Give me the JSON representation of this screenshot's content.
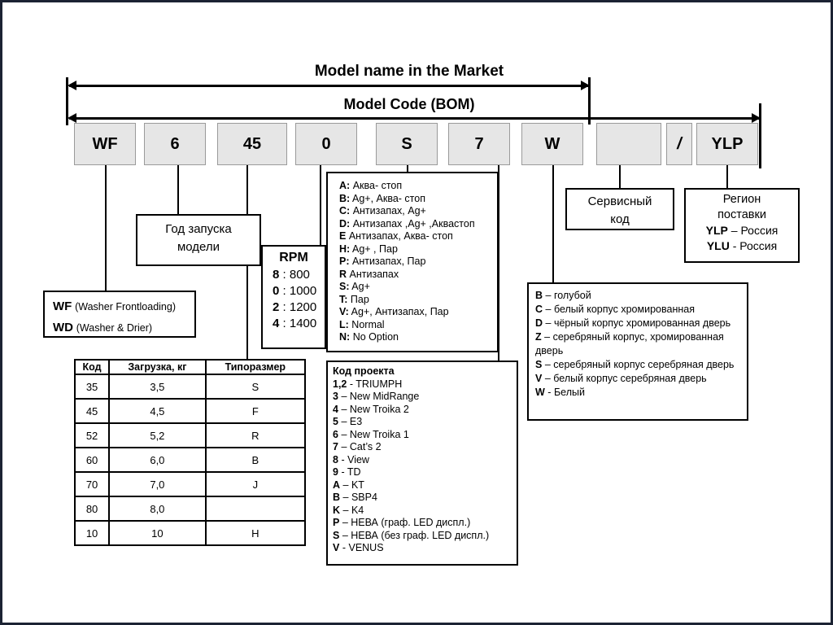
{
  "headings": {
    "market": "Model name in the Market",
    "bom": "Model Code (BOM)"
  },
  "code_cells": [
    {
      "name": "type",
      "value": "WF"
    },
    {
      "name": "year",
      "value": "6"
    },
    {
      "name": "capacity",
      "value": "45"
    },
    {
      "name": "rpm",
      "value": "0"
    },
    {
      "name": "feature",
      "value": "S"
    },
    {
      "name": "project",
      "value": "7"
    },
    {
      "name": "color",
      "value": "W"
    },
    {
      "name": "service",
      "value": ""
    },
    {
      "name": "separator",
      "value": "/"
    },
    {
      "name": "region",
      "value": "YLP"
    }
  ],
  "type_legend": {
    "rows": [
      {
        "code": "WF",
        "desc": "(Washer Frontloading)"
      },
      {
        "code": "WD",
        "desc": "(Washer & Drier)"
      }
    ]
  },
  "year_box": {
    "line1": "Год запуска",
    "line2": "модели"
  },
  "rpm_box": {
    "title": "RPM",
    "rows": [
      {
        "code": "8",
        "sep": ":",
        "value": "800"
      },
      {
        "code": "0",
        "sep": ":",
        "value": "1000"
      },
      {
        "code": "2",
        "sep": ":",
        "value": "1200"
      },
      {
        "code": "4",
        "sep": ":",
        "value": "1400"
      }
    ]
  },
  "capacity_table": {
    "headers": [
      "Код",
      "Загрузка, кг",
      "Типоразмер"
    ],
    "rows": [
      [
        "35",
        "3,5",
        "S"
      ],
      [
        "45",
        "4,5",
        "F"
      ],
      [
        "52",
        "5,2",
        "R"
      ],
      [
        "60",
        "6,0",
        "B"
      ],
      [
        "70",
        "7,0",
        "J"
      ],
      [
        "80",
        "8,0",
        ""
      ],
      [
        "10",
        "10",
        "H"
      ]
    ]
  },
  "feature_box": {
    "rows": [
      {
        "code": "A:",
        "desc": "Аква- стоп"
      },
      {
        "code": "B:",
        "desc": "Ag+, Аква- стоп"
      },
      {
        "code": "C:",
        "desc": "Антизапах, Ag+"
      },
      {
        "code": "D:",
        "desc": "Антизапах ,Ag+ ,Аквастоп"
      },
      {
        "code": "E",
        "desc": "Антизапах, Аква- стоп"
      },
      {
        "code": "H:",
        "desc": "Ag+ , Пар"
      },
      {
        "code": "P:",
        "desc": "Антизапах, Пар"
      },
      {
        "code": "R",
        "desc": "Антизапах"
      },
      {
        "code": "S:",
        "desc": "Ag+"
      },
      {
        "code": "T:",
        "desc": "Пар"
      },
      {
        "code": "V:",
        "desc": "Ag+, Антизапах, Пар"
      },
      {
        "code": "L:",
        "desc": "Normal"
      },
      {
        "code": "N:",
        "desc": "No Option"
      }
    ]
  },
  "project_box": {
    "title": "Код проекта",
    "rows": [
      {
        "code": "1,2",
        "sep": "-",
        "desc": "TRIUMPH"
      },
      {
        "code": "3",
        "sep": "–",
        "desc": "New MidRange"
      },
      {
        "code": "4",
        "sep": "–",
        "desc": "New Troika 2"
      },
      {
        "code": "5",
        "sep": "–",
        "desc": "E3"
      },
      {
        "code": "6",
        "sep": "–",
        "desc": "New Troika 1"
      },
      {
        "code": "7",
        "sep": "–",
        "desc": "Cat’s 2"
      },
      {
        "code": "8",
        "sep": "-",
        "desc": "View"
      },
      {
        "code": "9",
        "sep": "-",
        "desc": "TD"
      },
      {
        "code": "A",
        "sep": "–",
        "desc": "KT"
      },
      {
        "code": "B",
        "sep": "–",
        "desc": "SBP4"
      },
      {
        "code": "K",
        "sep": "–",
        "desc": "K4"
      },
      {
        "code": "P",
        "sep": "–",
        "desc": "НЕВА (граф. LED диспл.)"
      },
      {
        "code": "S",
        "sep": "–",
        "desc": "НЕВА (без граф. LED диспл.)"
      },
      {
        "code": "V",
        "sep": "-",
        "desc": "VENUS"
      }
    ]
  },
  "color_box": {
    "rows": [
      {
        "code": "B",
        "sep": "–",
        "desc": "голубой"
      },
      {
        "code": "C",
        "sep": "–",
        "desc": "белый корпус хромированная"
      },
      {
        "code": "D",
        "sep": "–",
        "desc": "чёрный   корпус хромированная дверь"
      },
      {
        "code": "Z",
        "sep": "–",
        "desc": "серебряный    корпус, хромированная дверь"
      },
      {
        "code": "S",
        "sep": "–",
        "desc": "серебряный    корпус серебряная дверь"
      },
      {
        "code": "V",
        "sep": "–",
        "desc": "белый  корпус серебряная дверь"
      },
      {
        "code": "W",
        "sep": "-",
        "desc": "Белый"
      }
    ]
  },
  "service_box": {
    "line1": "Сервисный",
    "line2": "код"
  },
  "region_box": {
    "line1": "Регион",
    "line2": "поставки",
    "rows": [
      {
        "code": "YLP",
        "sep": "–",
        "desc": "Россия"
      },
      {
        "code": "YLU",
        "sep": "-",
        "desc": "Россия"
      }
    ]
  },
  "colors": {
    "cell_fill": "#e6e6e6",
    "cell_stroke": "#9a9a9a",
    "line": "#000000",
    "frame": "#1c2333"
  }
}
